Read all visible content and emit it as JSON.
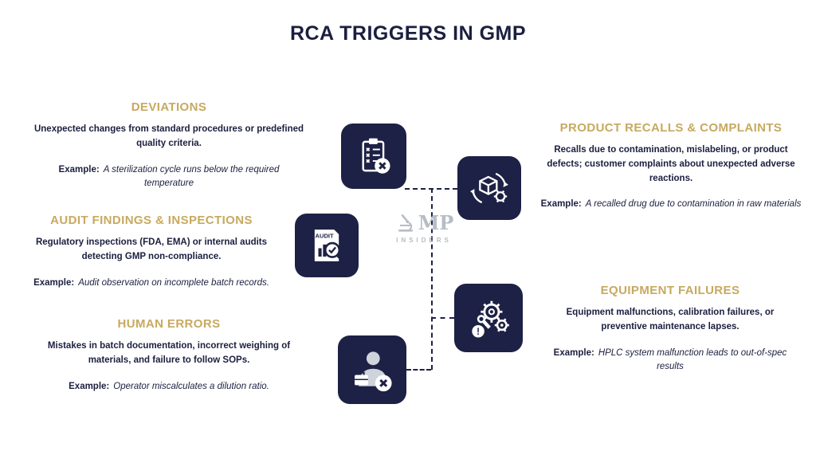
{
  "title": "RCA TRIGGERS IN GMP",
  "colors": {
    "navy": "#1d2145",
    "gold": "#c7a95f"
  },
  "watermark": {
    "brand_suffix": "MP",
    "subtitle": "INSIDERS"
  },
  "icons": {
    "audit_doc_label": "AUDIT"
  },
  "sections": [
    {
      "heading": "DEVIATIONS",
      "body": "Unexpected changes from standard procedures or predefined quality criteria.",
      "example_label": "Example:",
      "example": "A sterilization cycle runs below the required temperature"
    },
    {
      "heading": "AUDIT FINDINGS & INSPECTIONS",
      "body": "Regulatory inspections (FDA, EMA) or internal audits detecting GMP non-compliance.",
      "example_label": "Example:",
      "example": "Audit observation on incomplete batch records."
    },
    {
      "heading": "HUMAN ERRORS",
      "body": "Mistakes in batch documentation, incorrect weighing of materials, and failure to follow SOPs.",
      "example_label": "Example:",
      "example": "Operator miscalculates a dilution ratio."
    },
    {
      "heading": "PRODUCT RECALLS & COMPLAINTS",
      "body": "Recalls due to contamination, mislabeling, or product defects; customer complaints about unexpected adverse reactions.",
      "example_label": "Example:",
      "example": "A recalled drug due to contamination in raw materials"
    },
    {
      "heading": "EQUIPMENT FAILURES",
      "body": "Equipment malfunctions, calibration failures, or preventive maintenance lapses.",
      "example_label": "Example:",
      "example": "HPLC system malfunction leads to out-of-spec results"
    }
  ]
}
